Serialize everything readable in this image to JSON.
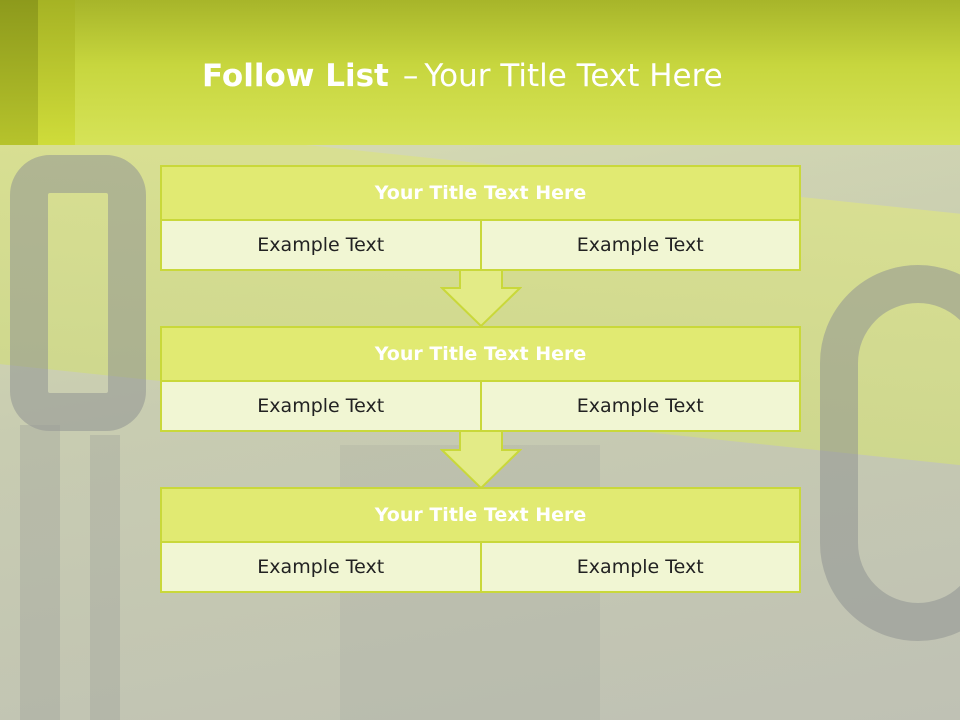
{
  "header": {
    "title_bold": "Follow List",
    "title_dash": "–",
    "title_rest": "Your Title Text Here"
  },
  "flow": {
    "steps": [
      {
        "title": "Your Title Text Here",
        "left": "Example Text",
        "right": "Example Text"
      },
      {
        "title": "Your Title Text Here",
        "left": "Example Text",
        "right": "Example Text"
      },
      {
        "title": "Your Title Text Here",
        "left": "Example Text",
        "right": "Example Text"
      }
    ]
  },
  "colors": {
    "accent": "#c9d83a",
    "header_fill": "#e1ea72",
    "cell_fill": "#f1f6d3",
    "title_text": "#ffffff"
  }
}
